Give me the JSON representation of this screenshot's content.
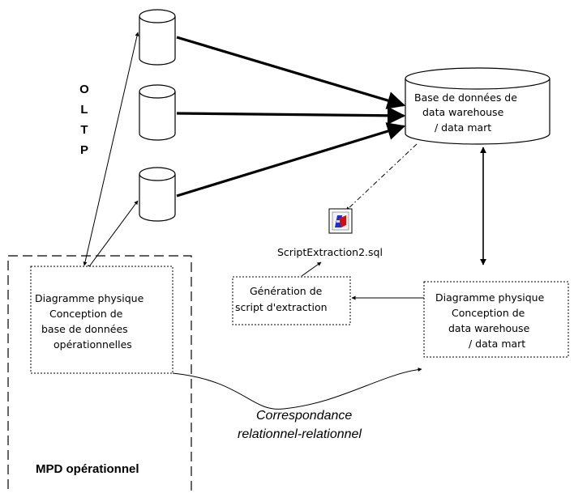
{
  "oltp_label": [
    "O",
    "L",
    "T",
    "P"
  ],
  "warehouse_db": {
    "lines": [
      "Base de données de",
      "data warehouse",
      "/ data mart"
    ]
  },
  "script_file": {
    "icon": "sql-script-file-icon",
    "label": "ScriptExtraction2.sql"
  },
  "generation_box": {
    "lines": [
      "Génération de",
      "script d'extraction"
    ]
  },
  "operational_box": {
    "lines": [
      "Diagramme physique",
      "Conception de",
      "base de données",
      "opérationnelles"
    ]
  },
  "warehouse_box": {
    "lines": [
      "Diagramme physique",
      "Conception de",
      "data warehouse",
      "/ data mart"
    ]
  },
  "correspondence": {
    "lines": [
      "Correspondance",
      "relationnel-relationnel"
    ]
  },
  "mpd_label": "MPD opérationnel",
  "colors": {
    "line": "#000000",
    "background": "#ffffff",
    "icon_blue": "#1a2fd0",
    "icon_red": "#cc1010"
  }
}
